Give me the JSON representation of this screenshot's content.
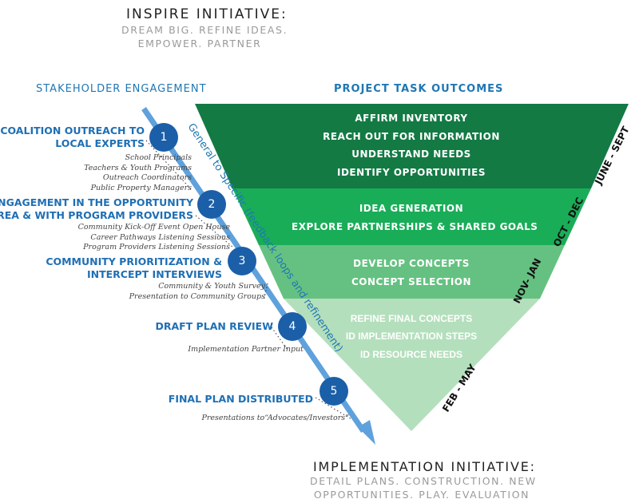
{
  "header": {
    "title": "INSPIRE INITIATIVE:",
    "subtitle_line1": "DREAM BIG. REFINE IDEAS.",
    "subtitle_line2": "EMPOWER. PARTNER"
  },
  "columns": {
    "left": "STAKEHOLDER ENGAGEMENT",
    "right": "PROJECT TASK OUTCOMES"
  },
  "arrow_label": "General to Specific (feedback loops and refinement)",
  "stages": [
    {
      "number": "1",
      "title": [
        "COALITION OUTREACH TO",
        "LOCAL EXPERTS"
      ],
      "details": [
        "School Principals",
        "Teachers & Youth Programs",
        "Outreach Coordinators",
        "Public Property Managers"
      ]
    },
    {
      "number": "2",
      "title": [
        "ENGAGEMENT IN THE OPPORTUNITY",
        "AREA & WITH PROGRAM PROVIDERS"
      ],
      "details": [
        "Community Kick-Off Event Open House",
        "Career Pathways Listening Sessions",
        "Program Providers Listening Sessions"
      ]
    },
    {
      "number": "3",
      "title": [
        "COMMUNITY PRIORITIZATION &",
        "INTERCEPT INTERVIEWS"
      ],
      "details": [
        "Community & Youth Survey",
        "Presentation to Community Groups"
      ]
    },
    {
      "number": "4",
      "title": [
        "DRAFT PLAN REVIEW"
      ],
      "details": [
        "Implementation Partner Input"
      ]
    },
    {
      "number": "5",
      "title": [
        "FINAL PLAN DISTRIBUTED"
      ],
      "details": [
        "Presentations to“Advocates/Investors”"
      ]
    }
  ],
  "bands": [
    {
      "color": "#137a44",
      "items": [
        "AFFIRM INVENTORY",
        "REACH OUT FOR INFORMATION",
        "UNDERSTAND NEEDS",
        "IDENTIFY OPPORTUNITIES"
      ],
      "period": "JUNE - SEPT"
    },
    {
      "color": "#19ad58",
      "items": [
        "IDEA GENERATION",
        "EXPLORE PARTNERSHIPS & SHARED GOALS"
      ],
      "period": "OCT - DEC"
    },
    {
      "color": "#65c181",
      "items": [
        "DEVELOP CONCEPTS",
        "CONCEPT SELECTION"
      ],
      "period": "NOV- JAN"
    },
    {
      "color": "#b4dfbc",
      "items": [
        "REFINE FINAL CONCEPTS",
        "ID IMPLEMENTATION STEPS",
        "ID RESOURCE NEEDS"
      ],
      "period": "FEB - MAY"
    }
  ],
  "footer": {
    "title": "IMPLEMENTATION INITIATIVE:",
    "subtitle_line1": "DETAIL PLANS. CONSTRUCTION. NEW",
    "subtitle_line2": "OPPORTUNITIES. PLAY. EVALUATION"
  },
  "colors": {
    "accent_blue": "#1f77b4",
    "circle_blue": "#1b5fa8",
    "arrow_blue": "#5fa1dc"
  }
}
